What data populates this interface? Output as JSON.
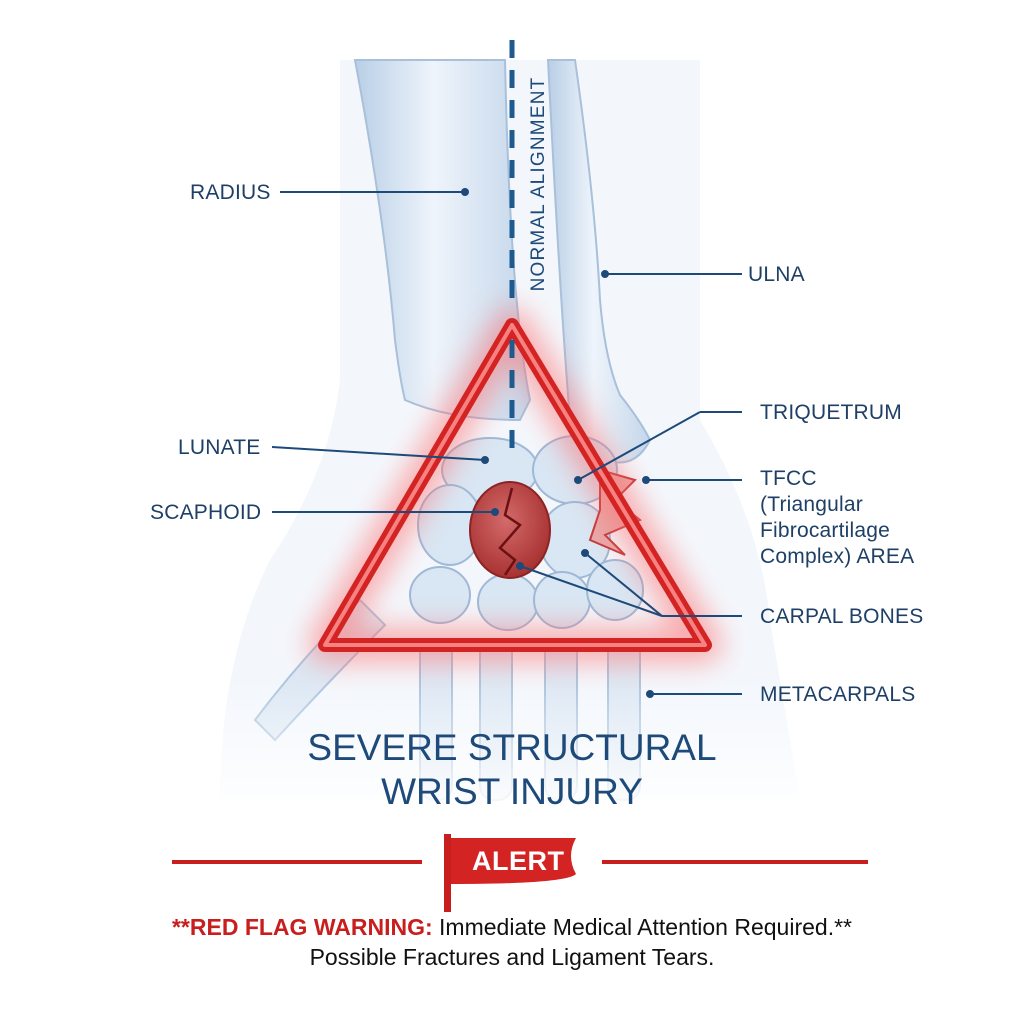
{
  "diagram": {
    "alignment_label": "NORMAL ALIGNMENT",
    "labels": {
      "radius": "RADIUS",
      "ulna": "ULNA",
      "lunate": "LUNATE",
      "triquetrum": "TRIQUETRUM",
      "scaphoid": "SCAPHOID",
      "tfcc_line1": "TFCC",
      "tfcc_line2": "(Triangular",
      "tfcc_line3": "Fibrocartilage",
      "tfcc_line4": "Complex) AREA",
      "carpal_bones": "CARPAL BONES",
      "metacarpals": "METACARPALS"
    },
    "title_line1": "SEVERE STRUCTURAL",
    "title_line2": "WRIST INJURY",
    "alert_label": "ALERT",
    "warning": {
      "emphasis": "**RED FLAG WARNING:",
      "line1_rest": " Immediate Medical Attention Required.**",
      "line2": "Possible Fractures and Ligament Tears."
    },
    "colors": {
      "label_blue": "#1e3f66",
      "bone_fill": "#dde9f5",
      "alert_red": "#d42323"
    }
  }
}
